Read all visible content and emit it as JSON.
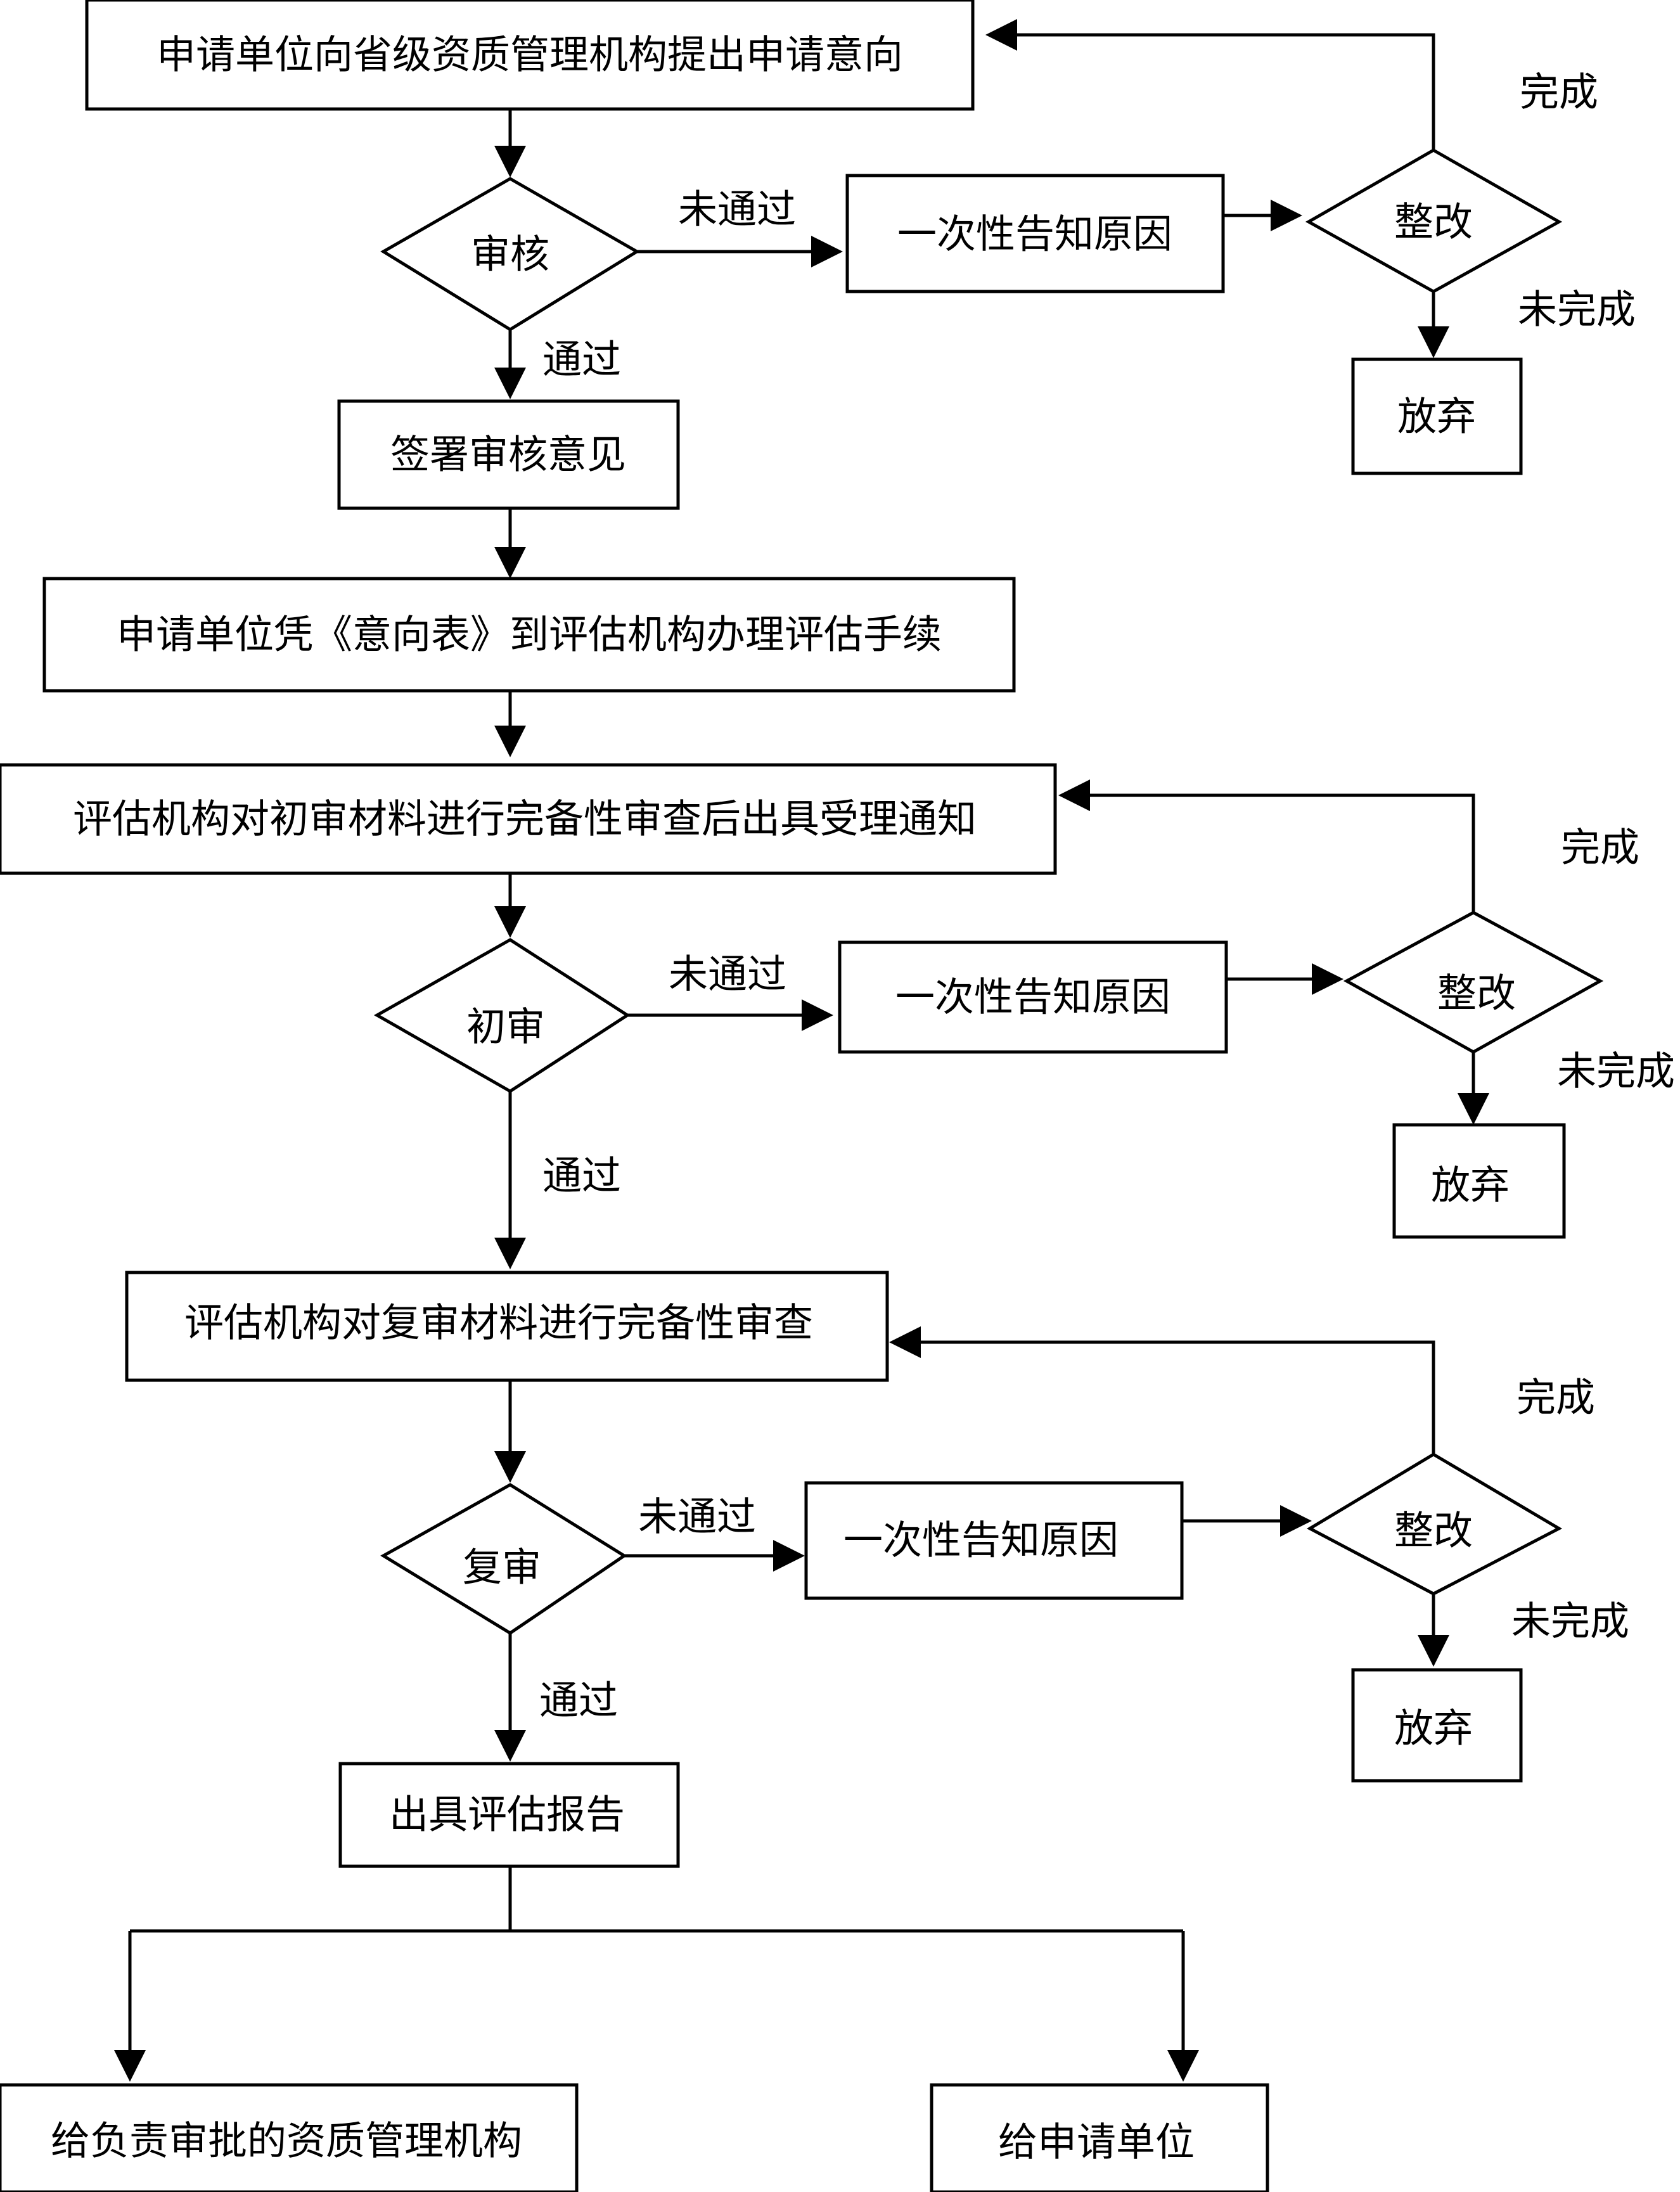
{
  "nodes": {
    "n1": "申请单位向省级资质管理机构提出申请意向",
    "d1": "审核",
    "r1": "一次性告知原因",
    "z1": "整改",
    "a1": "放弃",
    "n2": "签署审核意见",
    "n3": "申请单位凭《意向表》到评估机构办理评估手续",
    "n4": "评估机构对初审材料进行完备性审查后出具受理通知",
    "d2": "初审",
    "r2": "一次性告知原因",
    "z2": "整改",
    "a2": "放弃",
    "n5": "评估机构对复审材料进行完备性审查",
    "d3": "复审",
    "r3": "一次性告知原因",
    "z3": "整改",
    "a3": "放弃",
    "n6": "出具评估报告",
    "o1": "给负责审批的资质管理机构",
    "o2": "给申请单位"
  },
  "edges": {
    "fail1": "未通过",
    "pass1": "通过",
    "done1": "完成",
    "undone1": "未完成",
    "fail2": "未通过",
    "pass2": "通过",
    "done2": "完成",
    "undone2": "未完成",
    "fail3": "未通过",
    "pass3": "通过",
    "done3": "完成",
    "undone3": "未完成"
  }
}
